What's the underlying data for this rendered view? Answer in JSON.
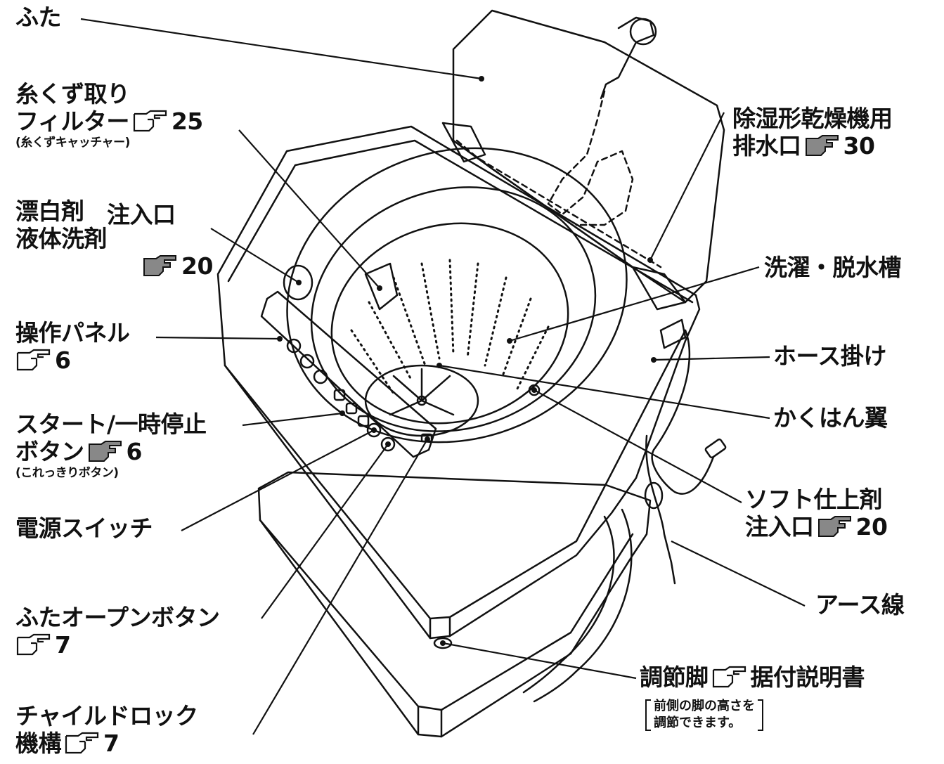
{
  "labels": {
    "futa": "ふた",
    "filter_line1": "糸くず取り",
    "filter_line2": "フィルター",
    "filter_ref": "25",
    "filter_sub": "(糸くずキャッチャー)",
    "bleach_line1": "漂白剤",
    "bleach_line2": "液体洗剤",
    "bleach_inlet": "注入口",
    "bleach_ref": "20",
    "panel": "操作パネル",
    "panel_ref": "6",
    "start_line1": "スタート/一時停止",
    "start_line2": "ボタン",
    "start_ref": "6",
    "start_sub": "(これっきりボタン)",
    "power": "電源スイッチ",
    "lid_open": "ふたオープンボタン",
    "lid_open_ref": "7",
    "child_lock_line1": "チャイルドロック",
    "child_lock_line2": "機構",
    "child_lock_ref": "7",
    "drain_line1": "除湿形乾燥機用",
    "drain_line2": "排水口",
    "drain_ref": "30",
    "tub": "洗濯・脱水槽",
    "hose_hook": "ホース掛け",
    "agitator": "かくはん翼",
    "softener_line1": "ソフト仕上剤",
    "softener_line2": "注入口",
    "softener_ref": "20",
    "ground": "アース線",
    "leg": "調節脚",
    "leg_ref": "据付説明書",
    "leg_note_line1": "前側の脚の高さを",
    "leg_note_line2": "調節できます。"
  },
  "icons": [
    "pointing-hand-icon",
    "pointing-hand-filled-icon"
  ]
}
